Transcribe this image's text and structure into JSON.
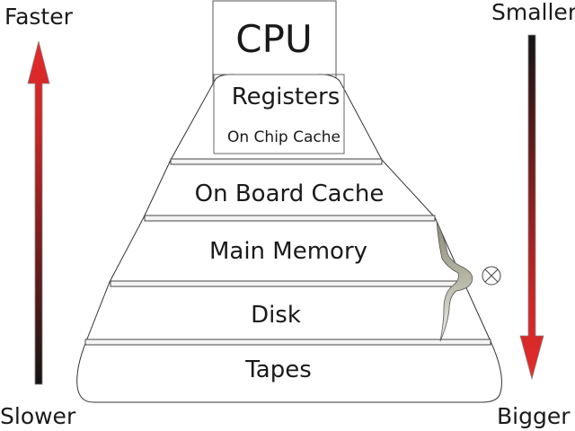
{
  "title": "Memory Hierarchy",
  "left_axis": {
    "top_label": "Faster",
    "bottom_label": "Slower",
    "direction": "up"
  },
  "right_axis": {
    "top_label": "Smaller",
    "bottom_label": "Bigger",
    "direction": "down"
  },
  "cpu": {
    "label": "CPU"
  },
  "levels": [
    {
      "label": "Registers",
      "sublabel": "On Chip Cache"
    },
    {
      "label": "On Board Cache"
    },
    {
      "label": "Main Memory"
    },
    {
      "label": "Disk"
    },
    {
      "label": "Tapes"
    }
  ],
  "annotation": {
    "symbol": "⊗",
    "description": "broken-crack-marker"
  },
  "colors": {
    "arrow_red": "#e02a2a",
    "arrow_dark": "#141414",
    "line": "#333333",
    "band": "#9a9a9a"
  }
}
